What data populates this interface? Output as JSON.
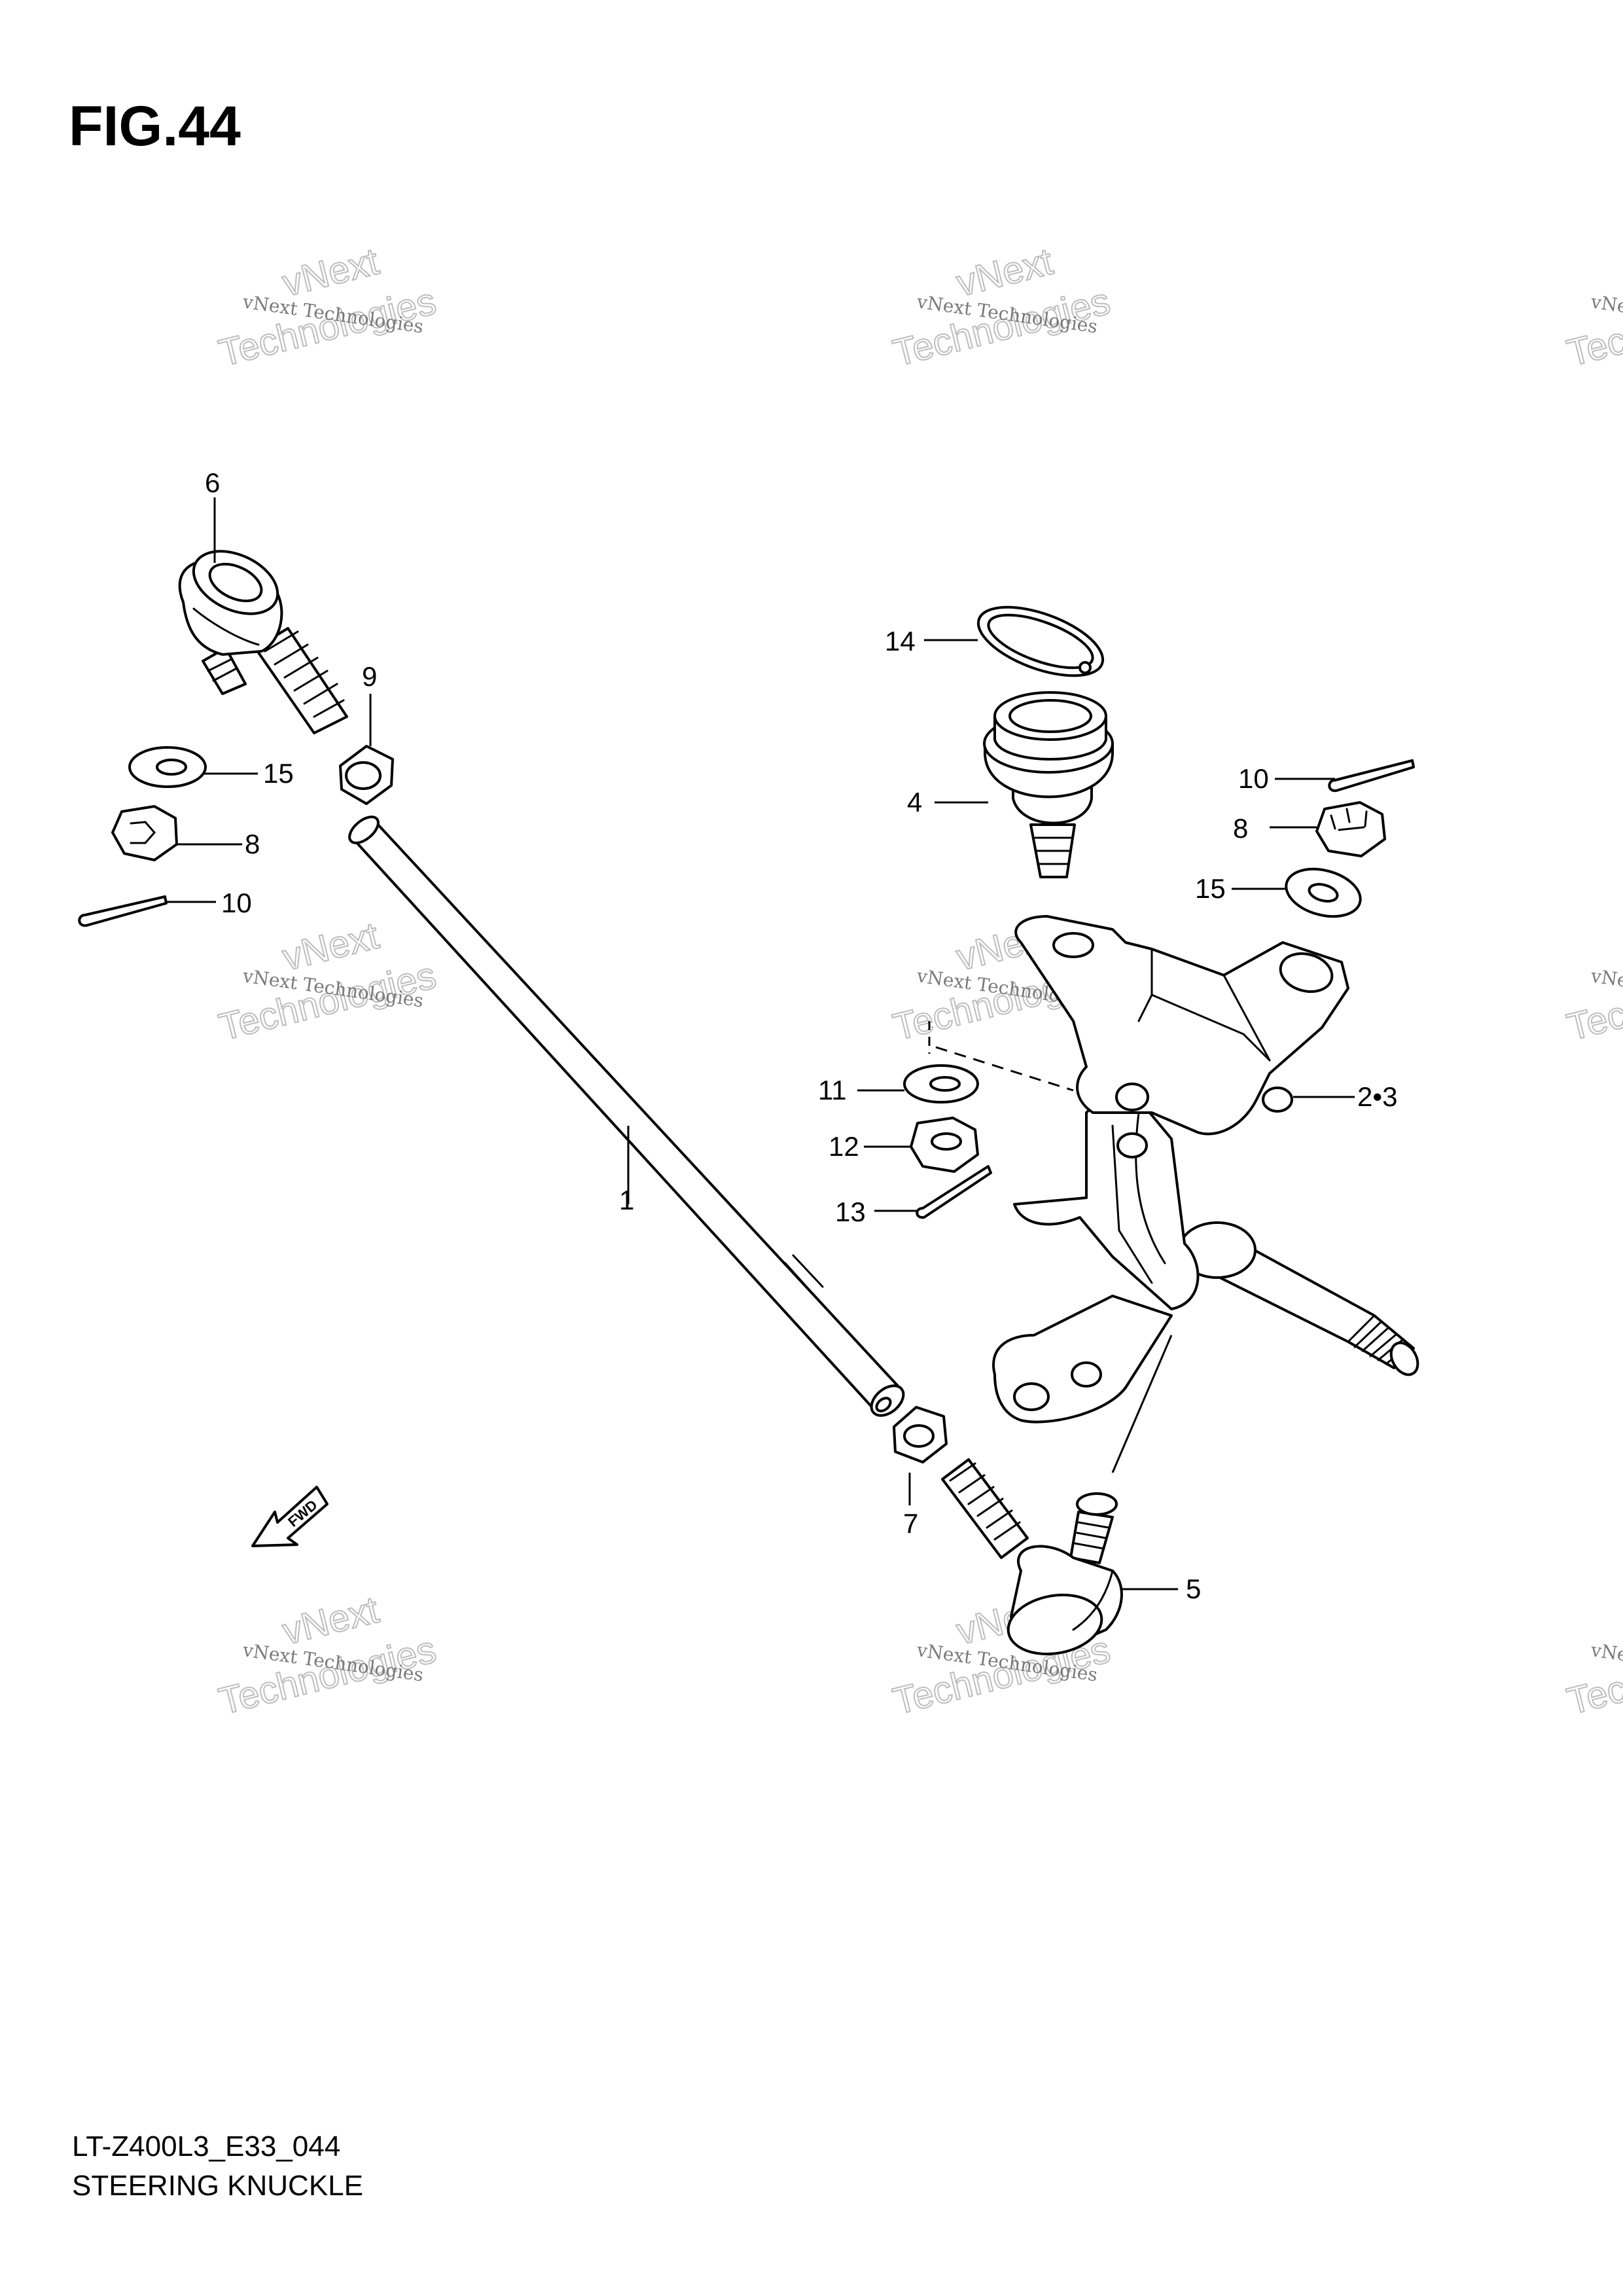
{
  "figure": {
    "title": "FIG.44"
  },
  "footer": {
    "code": "LT-Z400L3_E33_044",
    "name": "STEERING KNUCKLE"
  },
  "watermark": {
    "small": "vNext Technologies",
    "big_line1": "vNext",
    "big_line2": "Technologies"
  },
  "fwd_arrow": {
    "label": "FWD"
  },
  "callouts": {
    "c1": "1",
    "c23": "2•3",
    "c4": "4",
    "c5": "5",
    "c6": "6",
    "c7": "7",
    "c8_left": "8",
    "c8_right": "8",
    "c9": "9",
    "c10_left": "10",
    "c10_right": "10",
    "c11": "11",
    "c12": "12",
    "c13": "13",
    "c14": "14",
    "c15_left": "15",
    "c15_right": "15"
  }
}
